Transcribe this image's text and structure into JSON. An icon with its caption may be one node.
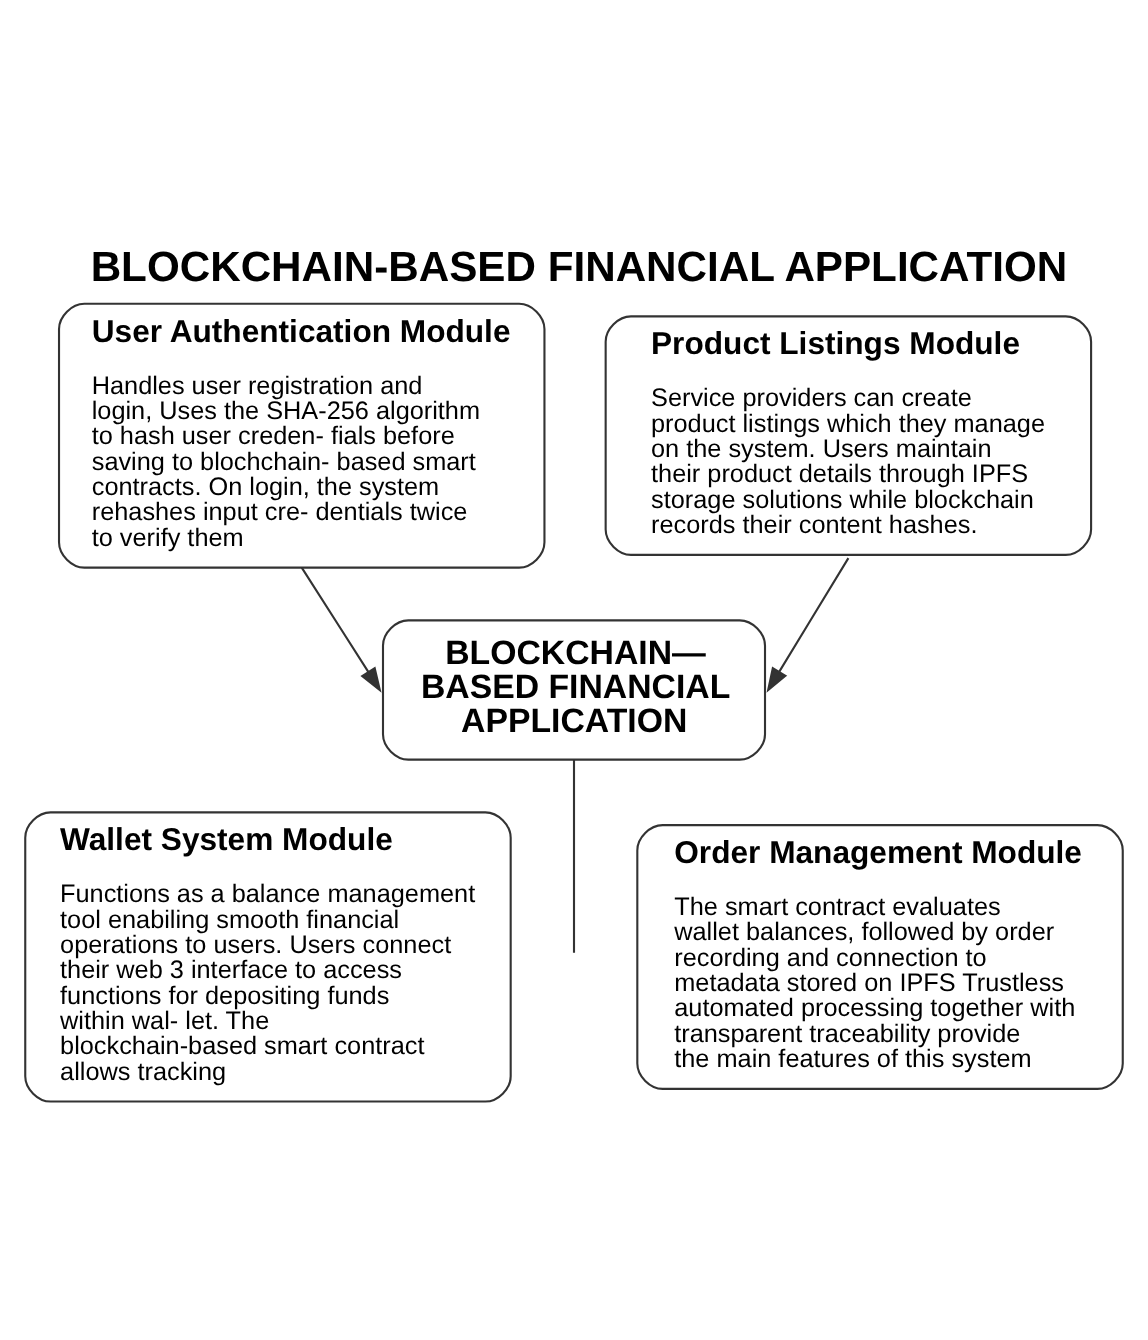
{
  "diagram": {
    "title": "BLOCKCHAIN-BASED FINANCIAL APPLICATION",
    "nodes": [
      {
        "text": [
          "User Authentication Module",
          "Handles user registration and login, Uses the SHA-256 algorithm to hash user creden- fials before saving to blochchain- based smart contracts. On login, the system rehashes input cre- dentials twice to verify them"
        ]
      },
      {
        "text": [
          "Product Listings Module",
          "Service providers can create product listings which they manage on the system. Users maintain their product details through IPFS storage solutions while blockchain records their content hashes."
        ]
      },
      {
        "text": [
          "BLOCKCHAIN— BASED FINANCIAL APPLICATION"
        ]
      },
      {
        "text": [
          "Wallet System Module",
          "Functions as a balance management tool enabiling smooth financial operations to users. Users connect their web 3 interface to access functions for depositing funds within wal- let. The blockchain-based smart contract allows tracking"
        ]
      },
      {
        "text": [
          "Order Management Module",
          "The smart contract evaluates wallet balances, followed by order recording and connection to metadata stored on IPFS Trustless automated processing together with transparent traceability provide the main features of this system"
        ]
      }
    ],
    "edges": [
      {
        "from": 0,
        "to": 2,
        "arrow": "to"
      },
      {
        "from": 1,
        "to": 2,
        "arrow": "to"
      },
      {
        "from": 2,
        "to": null,
        "arrow": "none"
      }
    ]
  }
}
